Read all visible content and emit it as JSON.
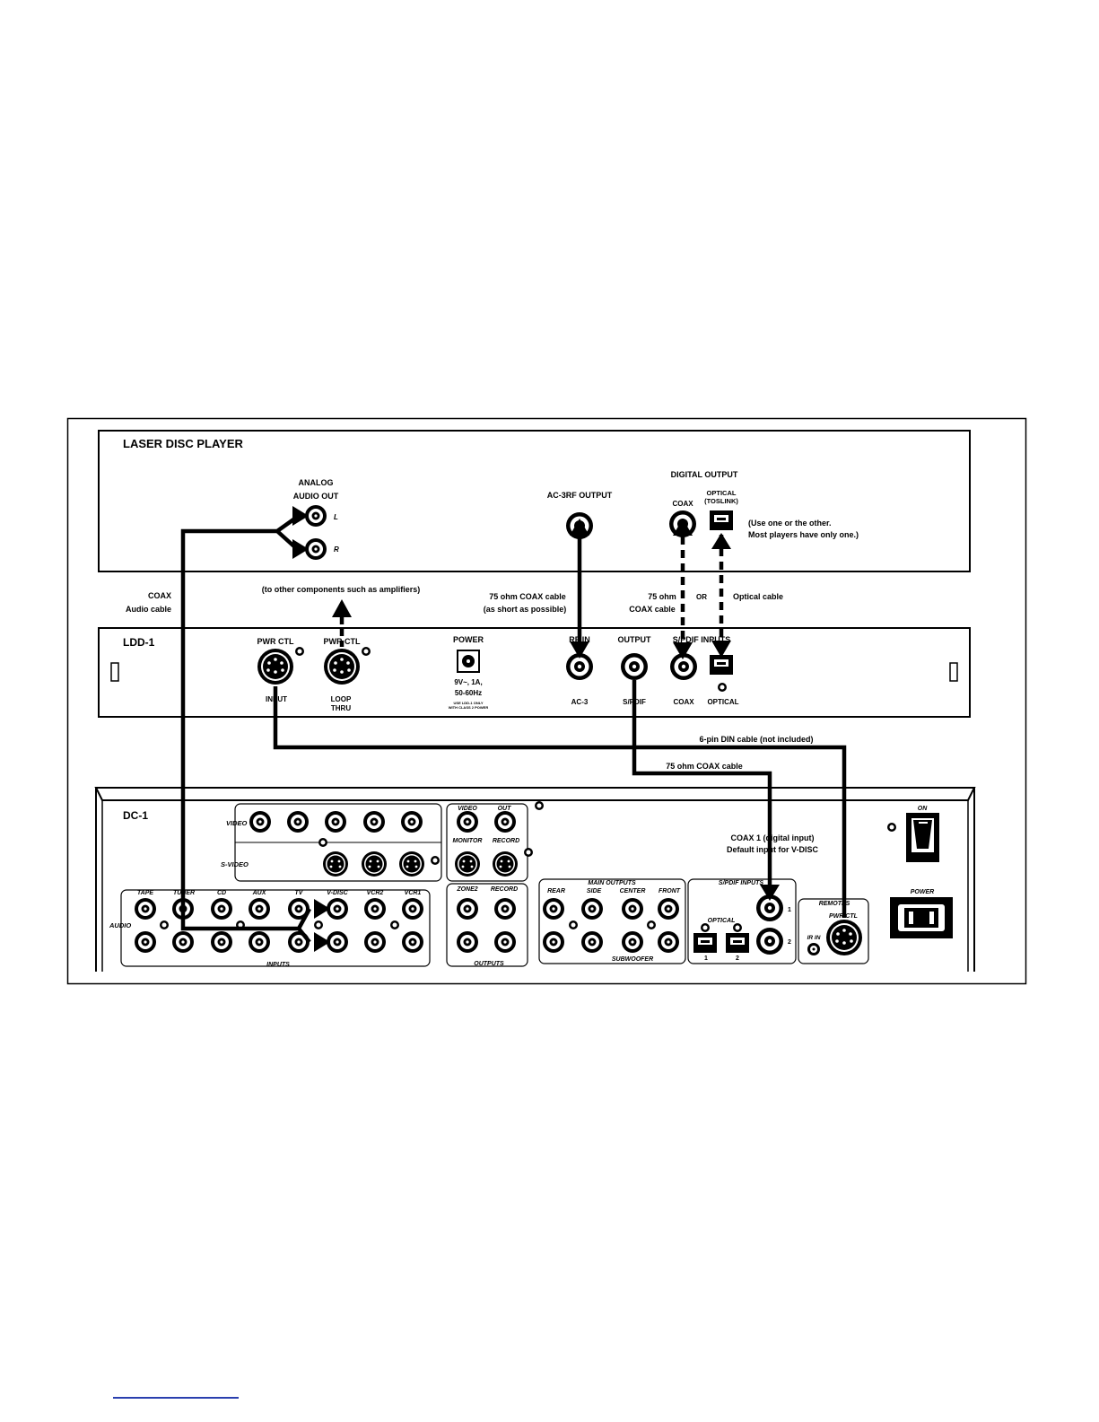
{
  "diagram": {
    "ldp": {
      "title": "LASER DISC PLAYER",
      "analog_l1": "ANALOG",
      "analog_l2": "AUDIO OUT",
      "ch_l": "L",
      "ch_r": "R",
      "ac3_out": "AC-3RF OUTPUT",
      "digital_out": "DIGITAL OUTPUT",
      "coax": "COAX",
      "optical_l1": "OPTICAL",
      "optical_l2": "(TOSLINK)",
      "note_l1": "(Use one or the other.",
      "note_l2": "Most players have only one.)"
    },
    "cables": {
      "coax_audio_l1": "COAX",
      "coax_audio_l2": "Audio cable",
      "to_other": "(to other components such as amplifiers)",
      "coax75_l1": "75 ohm COAX cable",
      "coax75_l2": "(as short as possible)",
      "coax75b_l1": "75 ohm",
      "coax75b_l2": "COAX cable",
      "or": "OR",
      "optical_cable": "Optical cable",
      "din_cable": "6-pin DIN cable (not included)",
      "coax75_c": "75 ohm COAX cable"
    },
    "ldd": {
      "title": "LDD-1",
      "pwr_ctl": "PWR CTL",
      "pwr_ctl2": "PWR CTL",
      "input": "INPUT",
      "loop_l1": "LOOP",
      "loop_l2": "THRU",
      "power": "POWER",
      "power_spec_l1": "9V~, 1A,",
      "power_spec_l2": "50-60Hz",
      "power_small_l1": "USE LDD-1 ONLY",
      "power_small_l2": "WITH CLASS 2 POWER",
      "rf_in": "RF IN",
      "output": "OUTPUT",
      "spdif_inputs": "S/PDIF INPUTS",
      "ac3": "AC-3",
      "spdif": "S/PDIF",
      "coax": "COAX",
      "optical": "OPTICAL"
    },
    "dc1": {
      "title": "DC-1",
      "video": "VIDEO",
      "svideo": "S-VIDEO",
      "audio": "AUDIO",
      "inputs": "INPUTS",
      "tape": "TAPE",
      "tuner": "TUNER",
      "cd": "CD",
      "aux": "AUX",
      "tv": "TV",
      "vdisc": "V-DISC",
      "vcr2": "VCR2",
      "vcr1": "VCR1",
      "video_out_a": "VIDEO",
      "video_out_b": "OUT",
      "monitor": "MONITOR",
      "record": "RECORD",
      "zone2": "ZONE2",
      "record2": "RECORD",
      "outputs": "OUTPUTS",
      "main_outputs": "MAIN OUTPUTS",
      "rear": "REAR",
      "side": "SIDE",
      "center": "CENTER",
      "front": "FRONT",
      "subwoofer": "SUBWOOFER",
      "spdif_inputs": "S/PDIF INPUTS",
      "optical": "OPTICAL",
      "n1": "1",
      "n2": "2",
      "remotes": "REMOTES",
      "pwr_ctl": "PWR CTL",
      "ir_in": "IR IN",
      "on": "ON",
      "power": "POWER",
      "coax1_l1": "COAX 1 (digital input)",
      "coax1_l2": "Default input for V-DISC"
    }
  }
}
